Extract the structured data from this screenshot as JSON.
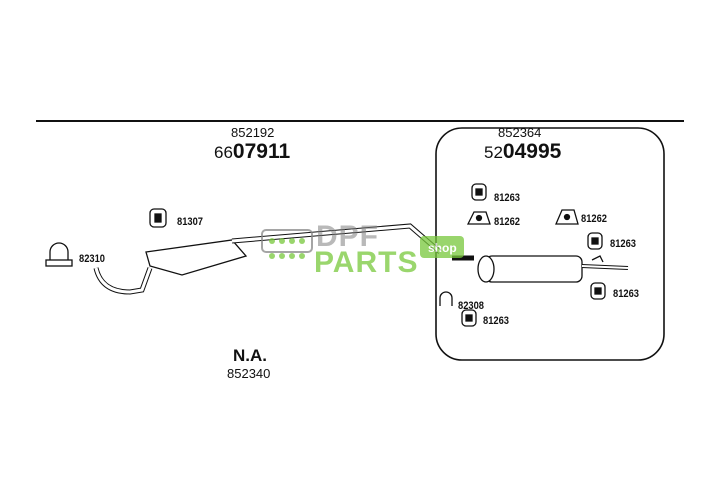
{
  "top_rule": true,
  "group_left": {
    "code": "852192",
    "ref_prefix": "66",
    "ref_main": "07911"
  },
  "group_right": {
    "code": "852364",
    "ref_prefix": "52",
    "ref_main": "04995"
  },
  "not_available": {
    "label": "N.A.",
    "code": "852340"
  },
  "parts": {
    "clamp_left": "82310",
    "hanger_left": "81307",
    "hanger_r1": "81263",
    "bracket_r1": "81262",
    "bracket_r2": "81262",
    "hanger_r2": "81263",
    "hanger_r3": "81263",
    "clamp_mid": "82308",
    "hanger_r4": "81263"
  },
  "watermark": {
    "text1": "DPF",
    "text2": "PARTS",
    "badge": "shop",
    "color": "#78c83c"
  }
}
